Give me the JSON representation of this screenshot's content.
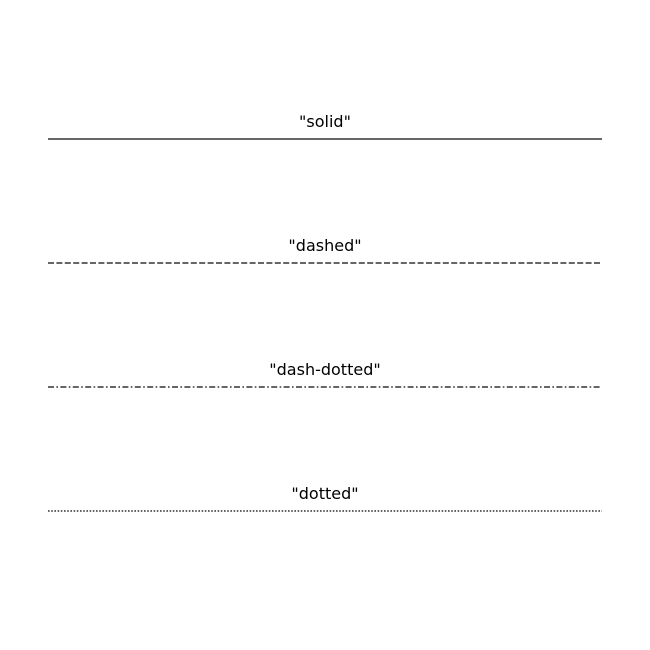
{
  "line_styles": [
    {
      "key": "solid",
      "label": "\"solid\"",
      "color": "#333333"
    },
    {
      "key": "dashed",
      "label": "\"dashed\"",
      "color": "#333333"
    },
    {
      "key": "dash-dotted",
      "label": "\"dash-dotted\"",
      "color": "#333333"
    },
    {
      "key": "dotted",
      "label": "\"dotted\"",
      "color": "#333333"
    }
  ]
}
